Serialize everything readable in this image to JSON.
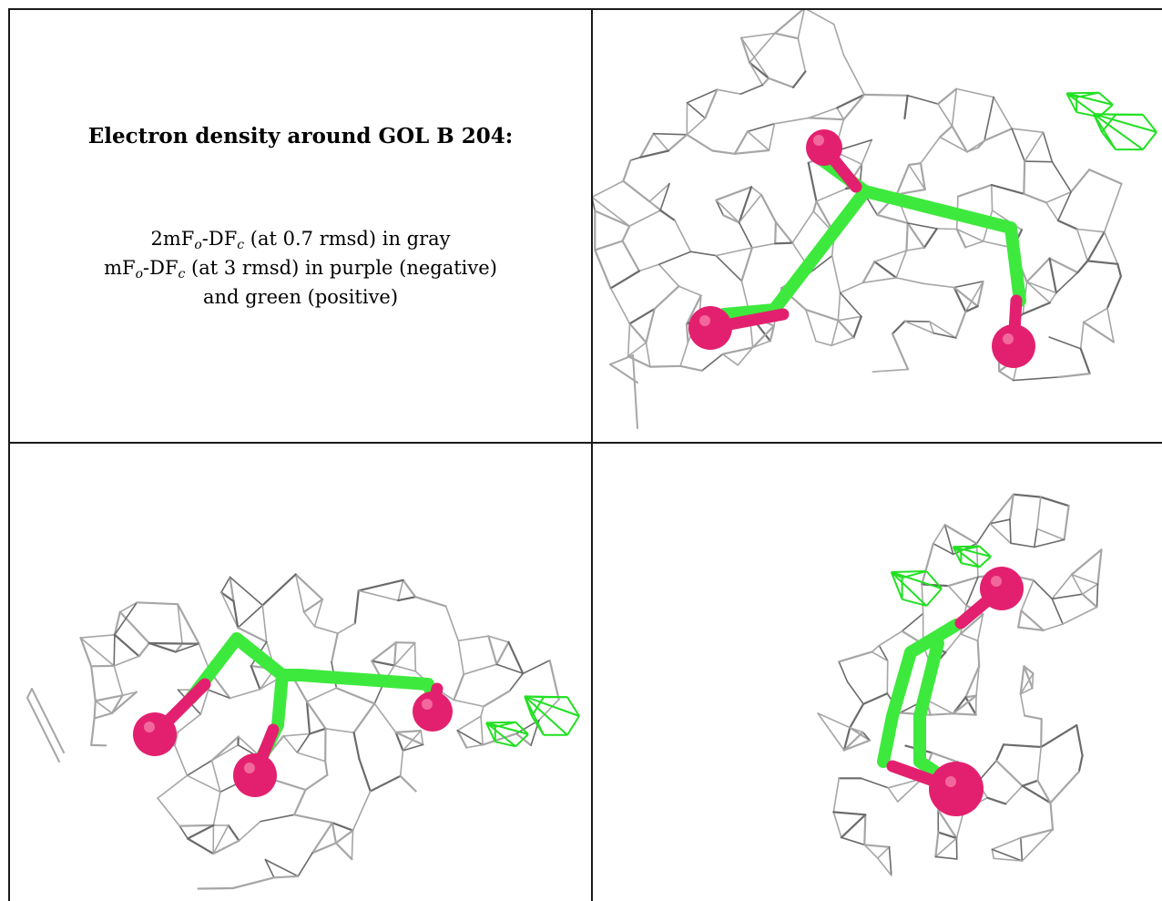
{
  "caption": {
    "title": "Electron density around GOL B 204:",
    "line1": {
      "pre": "2mF",
      "sub1": "o",
      "mid": "-DF",
      "sub2": "c",
      "post": " (at 0.7 rmsd) in gray"
    },
    "line2": {
      "pre": "mF",
      "sub1": "o",
      "mid": "-DF",
      "sub2": "c",
      "post": " (at 3 rmsd) in purple (negative)"
    },
    "line3": "and green (positive)"
  },
  "colors": {
    "mesh_gray": "#a6a6a6",
    "mesh_dark": "#6b6b6b",
    "ligand_green": "#3ee93e",
    "oxygen_pink": "#e3206f",
    "difference_green": "#22e022",
    "border": "#1a1a1a"
  }
}
